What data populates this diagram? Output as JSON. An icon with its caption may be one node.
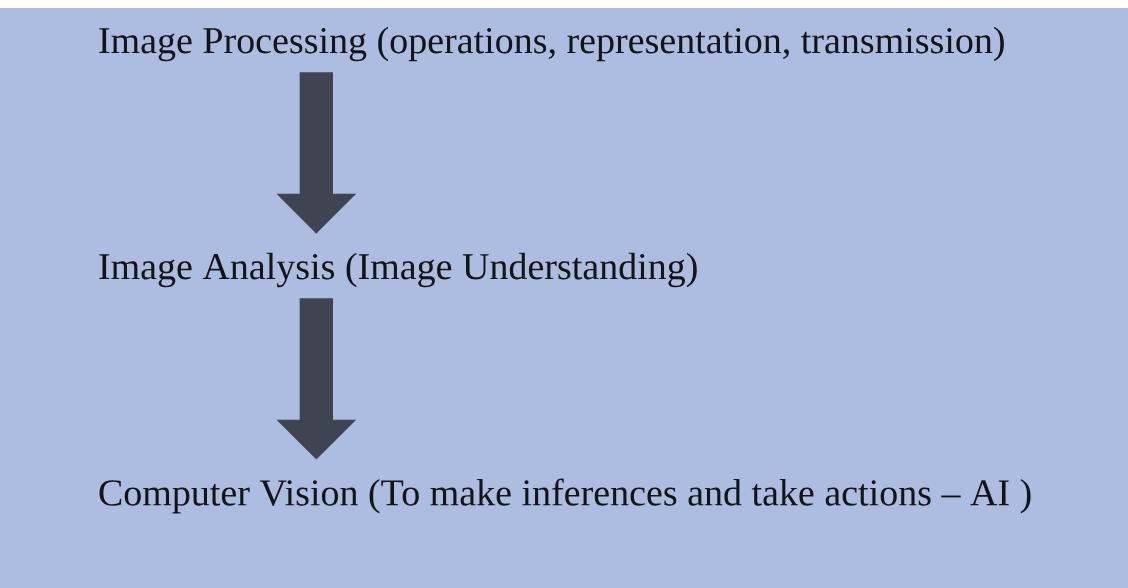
{
  "diagram": {
    "nodes": [
      {
        "text": [
          "Image Processing (operations, representation, transmission)"
        ]
      },
      {
        "text": [
          "Image Analysis (Image Understanding)"
        ]
      },
      {
        "text": [
          "Computer Vision (To make inferences and take actions – AI )"
        ]
      }
    ],
    "edges": [
      {
        "from": 0,
        "to": 1,
        "arrow": "to"
      },
      {
        "from": 1,
        "to": 2,
        "arrow": "to"
      }
    ]
  }
}
